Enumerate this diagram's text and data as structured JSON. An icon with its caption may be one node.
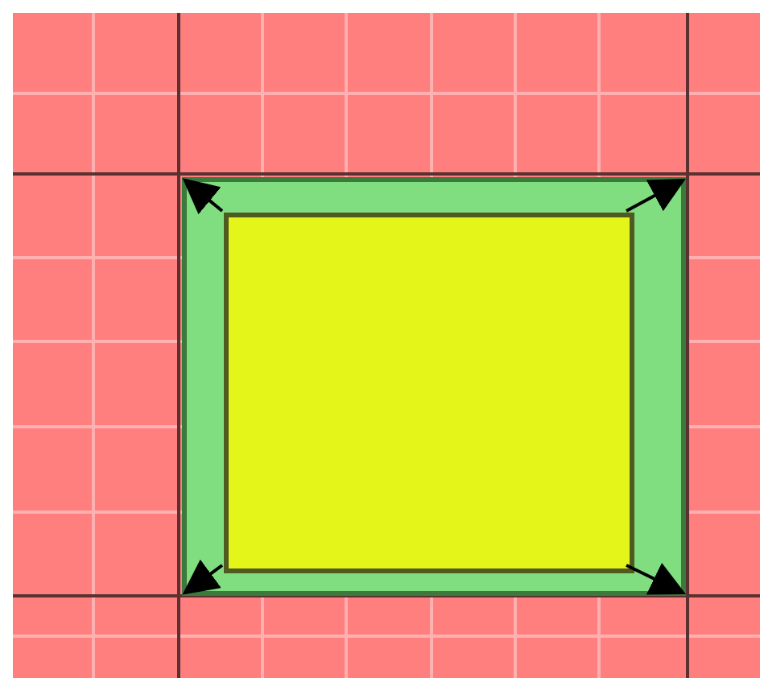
{
  "diagram": {
    "nodes": [
      {
        "text": [],
        "shape": "box"
      },
      {
        "text": [],
        "shape": "box",
        "in": 0
      }
    ],
    "edges": [
      {
        "from": 1,
        "to": 0,
        "arrow": "to"
      },
      {
        "from": 1,
        "to": 0,
        "arrow": "to"
      },
      {
        "from": 1,
        "to": 0,
        "arrow": "to"
      },
      {
        "from": 1,
        "to": 0,
        "arrow": "to"
      }
    ]
  }
}
